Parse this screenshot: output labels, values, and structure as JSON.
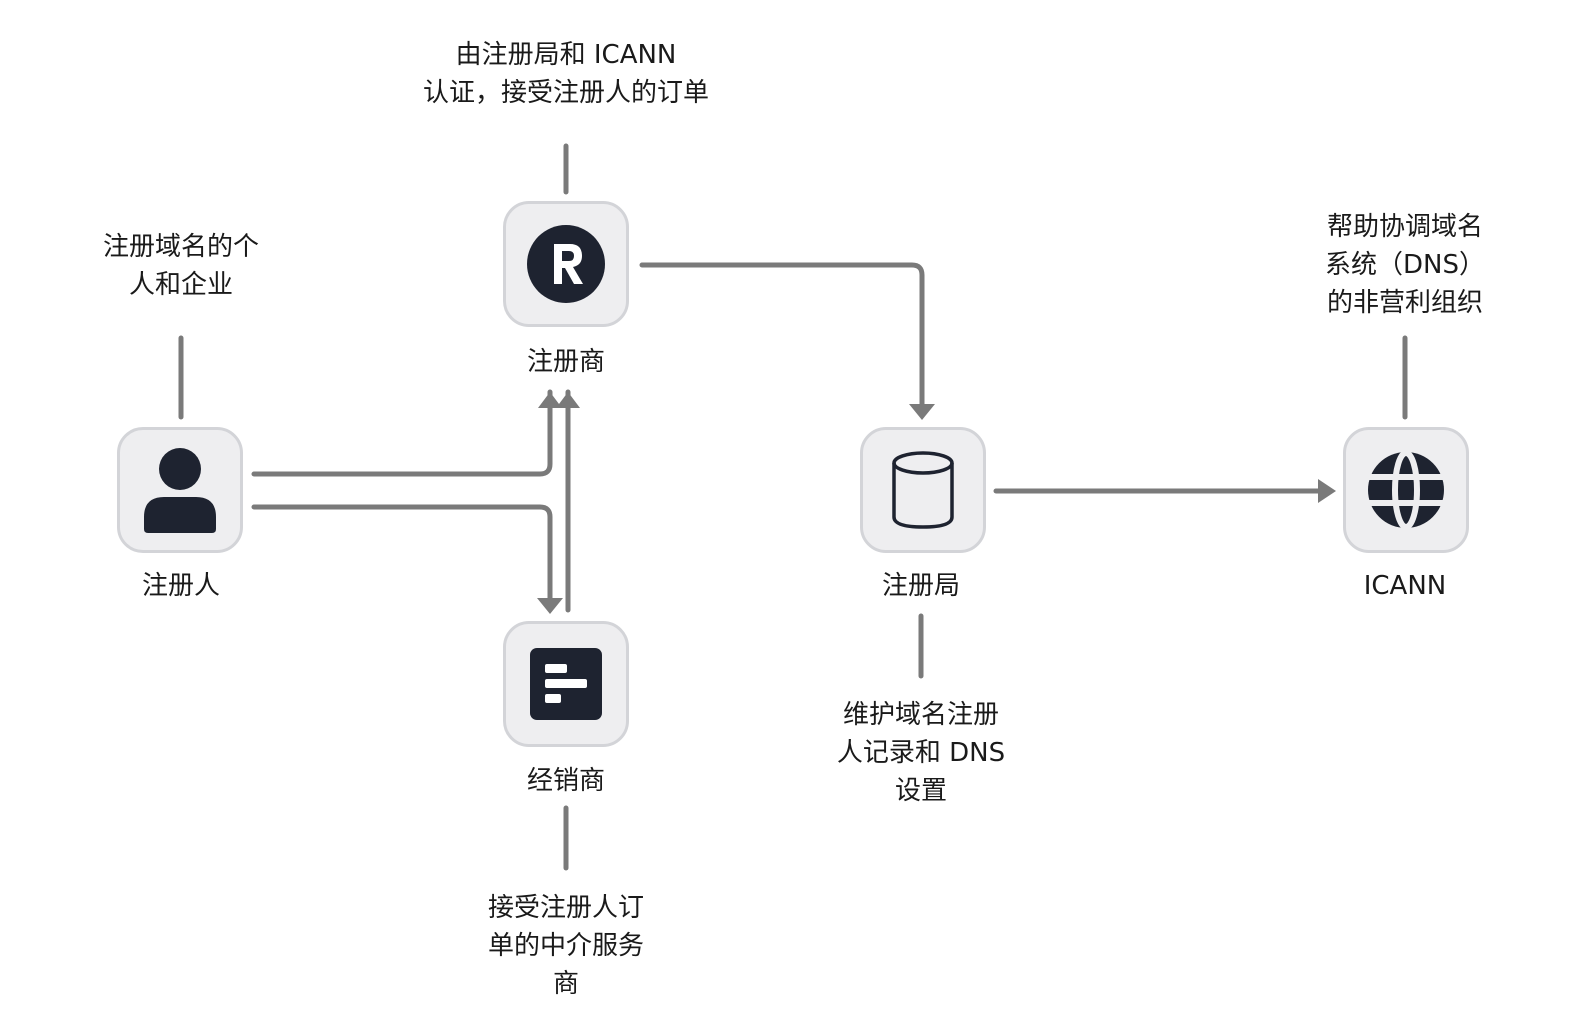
{
  "nodes": {
    "registrant": {
      "label": "注册人",
      "icon": "person-icon"
    },
    "registrar": {
      "label": "注册商",
      "icon": "registered-r-icon"
    },
    "reseller": {
      "label": "经销商",
      "icon": "bars-chart-icon"
    },
    "registry": {
      "label": "注册局",
      "icon": "database-cylinder-icon"
    },
    "icann": {
      "label": "ICANN",
      "icon": "globe-icon"
    }
  },
  "notes": {
    "registrant": "注册域名的个\n人和企业",
    "registrar": "由注册局和 ICANN\n认证，接受注册人的订单",
    "reseller": "接受注册人订\n单的中介服务\n商",
    "registry": "维护域名注册\n人记录和 DNS\n设置",
    "icann": "帮助协调域名\n系统（DNS）\n的非营利组织"
  },
  "colors": {
    "connector": "#7a7a7a",
    "node_fill": "#eeeef0",
    "node_border": "#d3d4d8",
    "icon_dark": "#1e2330"
  }
}
